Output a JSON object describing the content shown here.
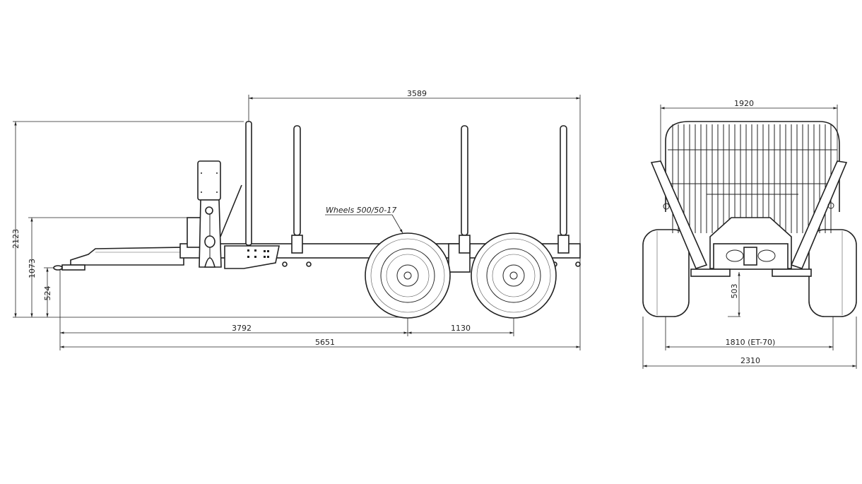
{
  "side_view": {
    "dimensions": {
      "overall_height": "2123",
      "frame_height": "1073",
      "hitch_height": "524",
      "drawbar_to_axle": "3792",
      "axle_spacing": "1130",
      "overall_length": "5651",
      "bunk_length": "3589"
    },
    "wheels_label": "Wheels 500/50-17"
  },
  "rear_view": {
    "dimensions": {
      "bunk_width": "1920",
      "ground_clearance": "503",
      "track_width": "1810 (ET-70)",
      "overall_width": "2310"
    }
  }
}
